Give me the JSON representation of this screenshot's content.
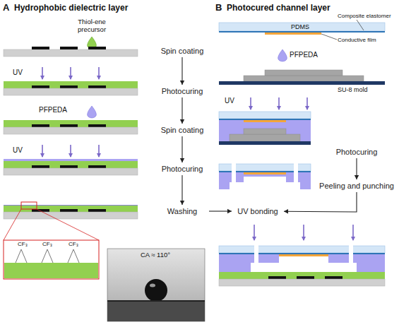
{
  "diagram": {
    "nodes": [
      {
        "text": [
          "Spin coating"
        ]
      },
      {
        "text": [
          "Photocuring"
        ]
      },
      {
        "text": [
          "Spin coating"
        ]
      },
      {
        "text": [
          "Photocuring"
        ]
      },
      {
        "text": [
          "Washing"
        ]
      },
      {
        "text": [
          "Photocuring"
        ]
      },
      {
        "text": [
          "Peeling and punching"
        ]
      },
      {
        "text": [
          "UV bonding"
        ]
      }
    ],
    "edges": [
      {
        "from": 0,
        "to": 1,
        "arrow": "to"
      },
      {
        "from": 1,
        "to": 2,
        "arrow": "to"
      },
      {
        "from": 2,
        "to": 3,
        "arrow": "to"
      },
      {
        "from": 3,
        "to": 4,
        "arrow": "to"
      },
      {
        "from": 4,
        "to": 7,
        "arrow": "to"
      },
      {
        "from": 5,
        "to": 6,
        "arrow": "to"
      },
      {
        "from": 6,
        "to": 7,
        "arrow": "to"
      }
    ],
    "labels": [
      "A",
      "Hydrophobic dielectric layer",
      "Thiol-ene precursor",
      "UV",
      "PFPEDA",
      "UV",
      "CF₃",
      "CF₃",
      "CF₃",
      "CA ≈ 110°",
      "B",
      "Photocured channel layer",
      "Composite elastomer",
      "PDMS",
      "Conductive film",
      "PFPEDA",
      "SU-8 mold",
      "UV"
    ]
  }
}
